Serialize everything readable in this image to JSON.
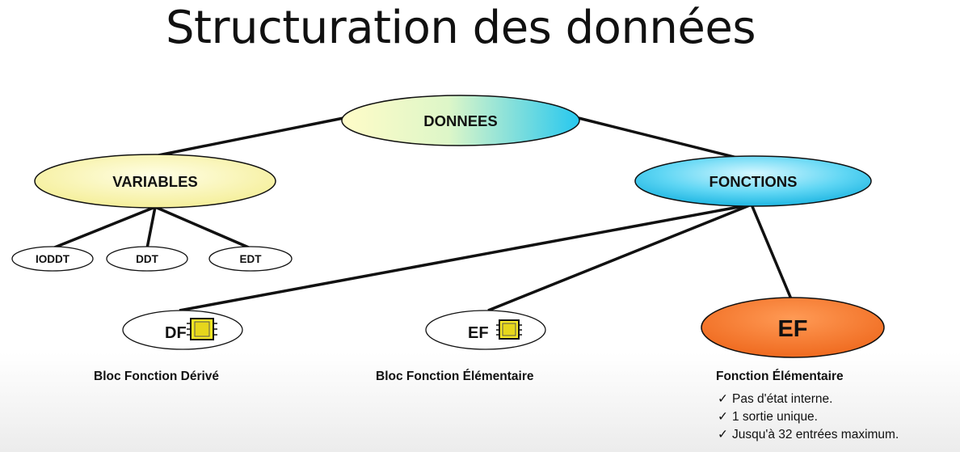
{
  "title": "Structuration des données",
  "nodes": {
    "root": "DONNEES",
    "variables": "VARIABLES",
    "fonctions": "FONCTIONS",
    "ioddt": "IODDT",
    "ddt": "DDT",
    "edt": "EDT",
    "dfb": "DF",
    "efb": "EF",
    "ef": "EF"
  },
  "captions": {
    "dfb": "Bloc Fonction Dérivé",
    "efb": "Bloc Fonction Élémentaire",
    "ef": "Fonction Élémentaire"
  },
  "ef_notes": [
    "Pas d'état interne.",
    "1 sortie unique.",
    "Jusqu'à 32 entrées maximum."
  ],
  "check_glyph": "✓",
  "colors": {
    "yellow_light": "#fffbd0",
    "yellow": "#f7f3a8",
    "cyan_light": "#cdf5ff",
    "cyan": "#2ec8ee",
    "orange": "#f57a30",
    "chip_yellow": "#f4e624"
  }
}
